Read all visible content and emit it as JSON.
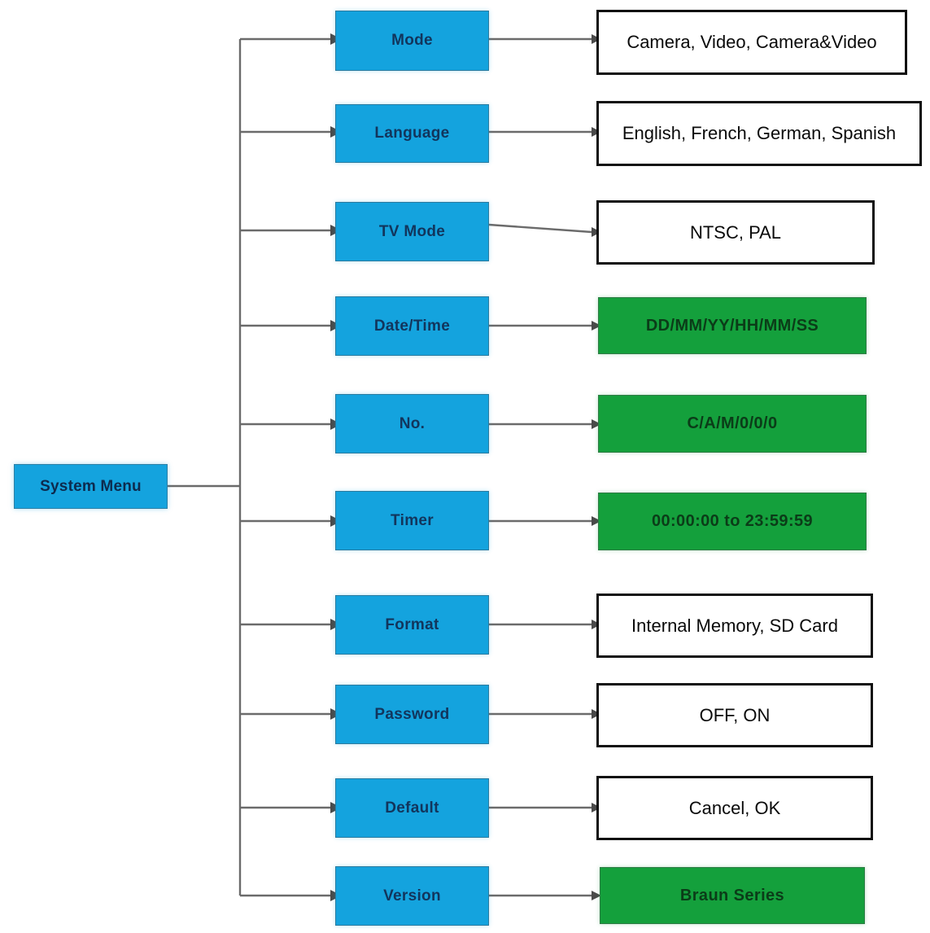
{
  "diagram": {
    "title": "System Menu",
    "type": "tree",
    "root": {
      "label": "System Menu",
      "shape": "rect",
      "fill": "#14a3de",
      "text_color": "#0d2b4e"
    },
    "colors": {
      "menu_fill": "#14a3de",
      "menu_text": "#12355c",
      "value_white_fill": "#ffffff",
      "value_white_border": "#111111",
      "value_white_text": "#0a0a0a",
      "value_green_fill": "#14a03c",
      "value_green_text": "#0b3c18",
      "connector": "#6b6b6b",
      "arrowhead": "#4a4a4a",
      "background": "#ffffff"
    },
    "branches": [
      {
        "id": "mode",
        "menu_label": "Mode",
        "value_label": "Camera, Video, Camera&Video",
        "value_style": "white"
      },
      {
        "id": "language",
        "menu_label": "Language",
        "value_label": "English, French, German, Spanish",
        "value_style": "white"
      },
      {
        "id": "tv-mode",
        "menu_label": "TV Mode",
        "value_label": "NTSC, PAL",
        "value_style": "white"
      },
      {
        "id": "date-time",
        "menu_label": "Date/Time",
        "value_label": "DD/MM/YY/HH/MM/SS",
        "value_style": "green"
      },
      {
        "id": "no",
        "menu_label": "No.",
        "value_label": "C/A/M/0/0/0",
        "value_style": "green"
      },
      {
        "id": "timer",
        "menu_label": "Timer",
        "value_label": "00:00:00 to 23:59:59",
        "value_style": "green"
      },
      {
        "id": "format",
        "menu_label": "Format",
        "value_label": "Internal Memory, SD Card",
        "value_style": "white"
      },
      {
        "id": "password",
        "menu_label": "Password",
        "value_label": "OFF, ON",
        "value_style": "white"
      },
      {
        "id": "default",
        "menu_label": "Default",
        "value_label": "Cancel, OK",
        "value_style": "white"
      },
      {
        "id": "version",
        "menu_label": "Version",
        "value_label": "Braun Series",
        "value_style": "green"
      }
    ]
  }
}
